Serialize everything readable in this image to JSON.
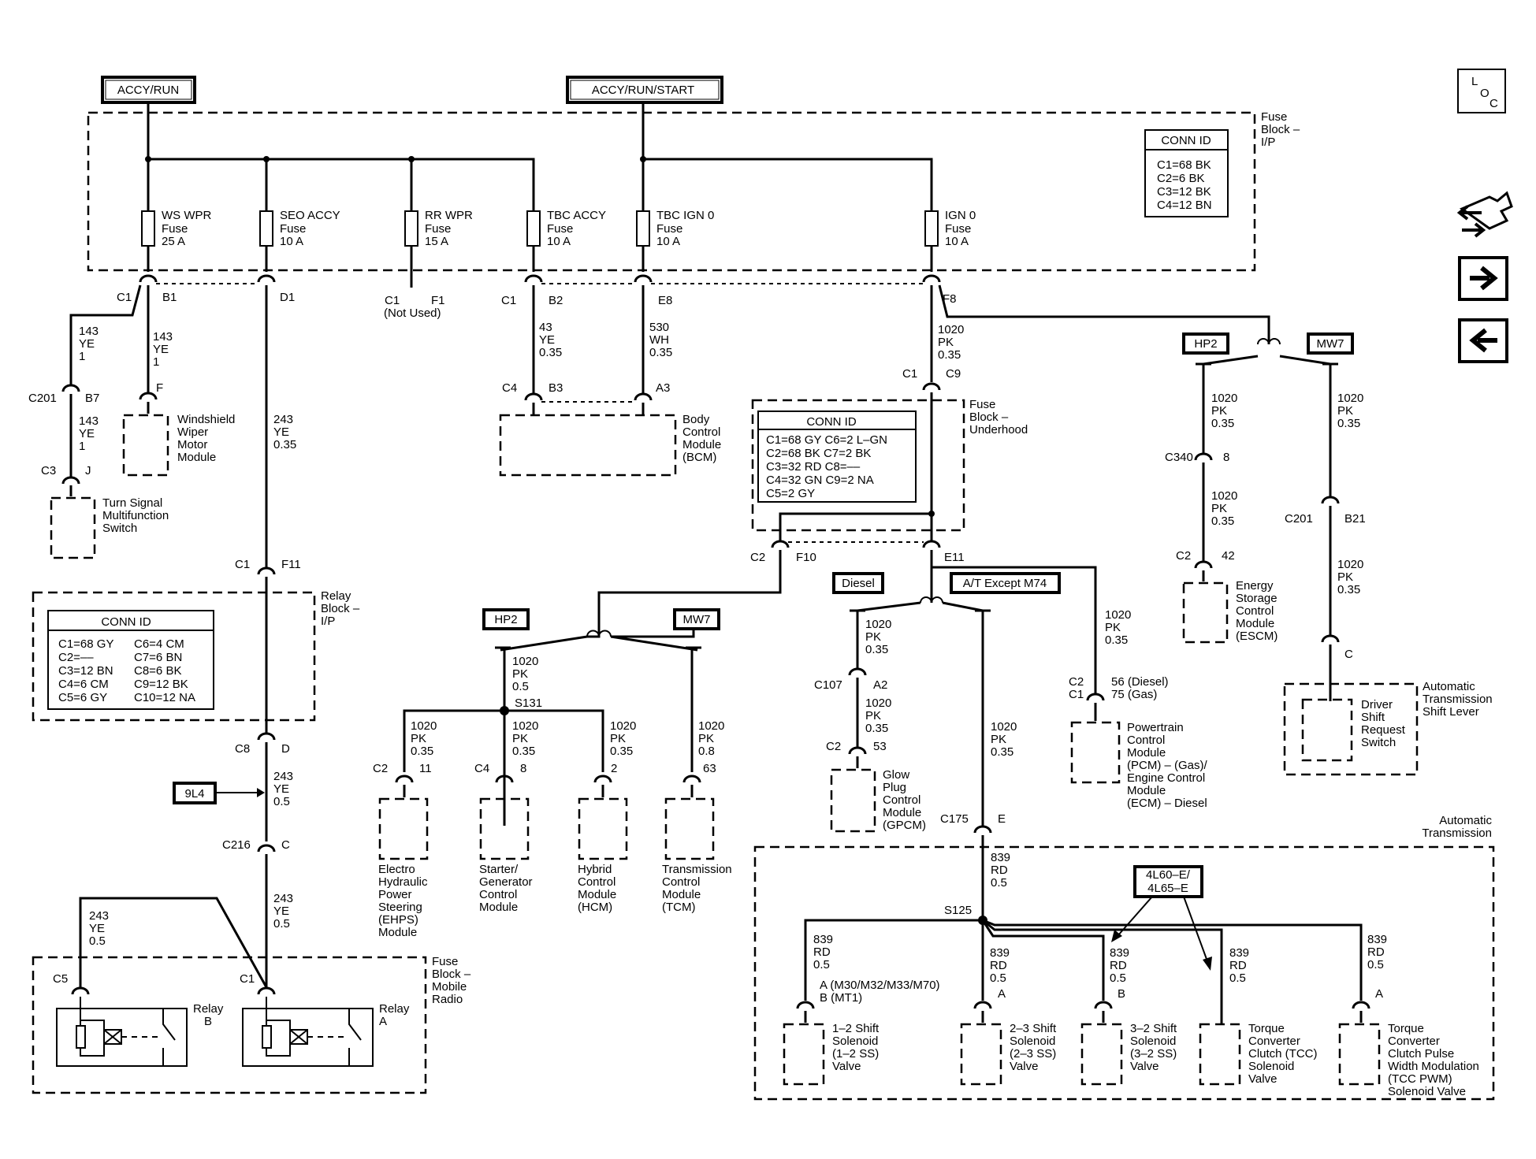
{
  "power": {
    "accy_run": "ACCY/RUN",
    "accy_run_start": "ACCY/RUN/START"
  },
  "loc_icon": {
    "l": "L",
    "o": "O",
    "c": "C"
  },
  "nav_icons": [
    "wiring-harness-icon",
    "next-arrow-icon",
    "previous-arrow-icon"
  ],
  "fuse_block_ip": {
    "label": [
      "Fuse",
      "Block –",
      "I/P"
    ],
    "conn_title": "CONN ID",
    "conn": [
      "C1=68 BK",
      "C2=6 BK",
      "C3=12 BK",
      "C4=12 BN"
    ],
    "fuses": [
      {
        "name": "WS WPR",
        "l2": "Fuse",
        "amp": "25 A"
      },
      {
        "name": "SEO ACCY",
        "l2": "Fuse",
        "amp": "10 A"
      },
      {
        "name": "RR WPR",
        "l2": "Fuse",
        "amp": "15 A"
      },
      {
        "name": "TBC ACCY",
        "l2": "Fuse",
        "amp": "10 A"
      },
      {
        "name": "TBC IGN 0",
        "l2": "Fuse",
        "amp": "10 A"
      },
      {
        "name": "IGN 0",
        "l2": "Fuse",
        "amp": "10 A"
      }
    ]
  },
  "pins": {
    "c1_b1_c": "C1",
    "c1_b1_p": "B1",
    "d1": "D1",
    "c1_f1_c": "C1",
    "c1_f1_p": "F1",
    "not_used": "(Not Used)",
    "c1_b2_c": "C1",
    "c1_b2_p": "B2",
    "e8": "E8",
    "f8": "F8",
    "c201_b7_c": "C201",
    "c201_b7_p": "B7",
    "f": "F",
    "c3_j_c": "C3",
    "c3_j_p": "J",
    "c4_b3_c": "C4",
    "c4_b3_p": "B3",
    "a3": "A3",
    "c1_c9_c": "C1",
    "c1_c9_p": "C9",
    "c1_f11_c": "C1",
    "c1_f11_p": "F11",
    "c8_d_c": "C8",
    "c8_d_p": "D",
    "c216_c_c": "C216",
    "c216_c_p": "C",
    "c5": "C5",
    "c1_relay": "C1",
    "c2_f10_c": "C2",
    "c2_f10_p": "F10",
    "e11": "E11",
    "c340_c": "C340",
    "c340_p": "8",
    "c2_42_c": "C2",
    "c2_42_p": "42",
    "c201_b21_c": "C201",
    "c201_b21_p": "B21",
    "c_dsrs": "C",
    "c107_c": "C107",
    "c107_p": "A2",
    "c2_53_c": "C2",
    "c2_53_p": "53",
    "c175_c": "C175",
    "c175_p": "E",
    "pcm_c2": "C2",
    "pcm_c1": "C1",
    "pcm_pins_1": "56 (Diesel)",
    "pcm_pins_2": "75 (Gas)",
    "s131": "S131",
    "s125": "S125",
    "c2_11_c": "C2",
    "c2_11_p": "11",
    "c4_8_c": "C4",
    "c4_8_p": "8",
    "p2": "2",
    "p63": "63",
    "sol_a_1": "A (M30/M32/M33/M70)",
    "sol_a_2": "B (MT1)",
    "sol_23": "A",
    "sol_32": "B",
    "sol_pwm": "A"
  },
  "wires": {
    "w143a": [
      "143",
      "YE",
      "1"
    ],
    "w143b": [
      "143",
      "YE",
      "1"
    ],
    "w143c": [
      "143",
      "YE",
      "1"
    ],
    "w243a": [
      "243",
      "YE",
      "0.35"
    ],
    "w243b": [
      "243",
      "YE",
      "0.5"
    ],
    "w243c": [
      "243",
      "YE",
      "0.5"
    ],
    "w243d": [
      "243",
      "YE",
      "0.5"
    ],
    "w43": [
      "43",
      "YE",
      "0.35"
    ],
    "w530": [
      "530",
      "WH",
      "0.35"
    ],
    "w1020f8": [
      "1020",
      "PK",
      "0.35"
    ],
    "hp2_a": [
      "1020",
      "PK",
      "0.35"
    ],
    "hp2_b": [
      "1020",
      "PK",
      "0.35"
    ],
    "mw7_a": [
      "1020",
      "PK",
      "0.35"
    ],
    "mw7_b": [
      "1020",
      "PK",
      "0.35"
    ],
    "s131_in": [
      "1020",
      "PK",
      "0.5"
    ],
    "ehps": [
      "1020",
      "PK",
      "0.35"
    ],
    "sgcm": [
      "1020",
      "PK",
      "0.35"
    ],
    "hcm": [
      "1020",
      "PK",
      "0.35"
    ],
    "tcm": [
      "1020",
      "PK",
      "0.8"
    ],
    "diesel_a": [
      "1020",
      "PK",
      "0.35"
    ],
    "diesel_b": [
      "1020",
      "PK",
      "0.35"
    ],
    "at": [
      "1020",
      "PK",
      "0.35"
    ],
    "pcm": [
      "1020",
      "PK",
      "0.35"
    ],
    "w839_in": [
      "839",
      "RD",
      "0.5"
    ],
    "w839_1": [
      "839",
      "RD",
      "0.5"
    ],
    "w839_2": [
      "839",
      "RD",
      "0.5"
    ],
    "w839_3": [
      "839",
      "RD",
      "0.5"
    ],
    "w839_4": [
      "839",
      "RD",
      "0.5"
    ],
    "w839_5": [
      "839",
      "RD",
      "0.5"
    ]
  },
  "options": {
    "hp2": "HP2",
    "mw7": "MW7",
    "hp2_b": "HP2",
    "mw7_b": "MW7",
    "diesel": "Diesel",
    "at": "A/T Except M74",
    "trans": [
      "4L60–E/",
      "4L65–E"
    ],
    "ref": "9L4"
  },
  "components": {
    "wiper": [
      "Windshield",
      "Wiper",
      "Motor",
      "Module"
    ],
    "turn": [
      "Turn Signal",
      "Multifunction",
      "Switch"
    ],
    "bcm": [
      "Body",
      "Control",
      "Module",
      "(BCM)"
    ],
    "relay_ip": [
      "Relay",
      "Block –",
      "I/P"
    ],
    "relay_conn_title": "CONN ID",
    "relay_conn_l": [
      "C1=68 GY",
      "C2=––",
      "C3=12 BN",
      "C4=6 CM",
      "C5=6 GY"
    ],
    "relay_conn_r": [
      "C6=4 CM",
      "C7=6 BN",
      "C8=6 BK",
      "C9=12 BK",
      "C10=12 NA"
    ],
    "underhood": [
      "Fuse",
      "Block –",
      "Underhood"
    ],
    "uh_conn_title": "CONN ID",
    "uh_conn": [
      "C1=68 GY  C6=2 L–GN",
      "C2=68 BK  C7=2 BK",
      "C3=32 RD  C8=––",
      "C4=32 GN  C9=2 NA",
      "C5=2 GY"
    ],
    "mobile": [
      "Fuse",
      "Block –",
      "Mobile",
      "Radio"
    ],
    "relay_b": [
      "Relay",
      "B"
    ],
    "relay_a": [
      "Relay",
      "A"
    ],
    "ehps": [
      "Electro",
      "Hydraulic",
      "Power",
      "Steering",
      "(EHPS)",
      "Module"
    ],
    "sgcm": [
      "Starter/",
      "Generator",
      "Control",
      "Module"
    ],
    "hcm": [
      "Hybrid",
      "Control",
      "Module",
      "(HCM)"
    ],
    "tcm": [
      "Transmission",
      "Control",
      "Module",
      "(TCM)"
    ],
    "gpcm": [
      "Glow",
      "Plug",
      "Control",
      "Module",
      "(GPCM)"
    ],
    "pcm": [
      "Powertrain",
      "Control",
      "Module",
      "(PCM) – (Gas)/",
      "Engine Control",
      "Module",
      "(ECM) – Diesel"
    ],
    "escm": [
      "Energy",
      "Storage",
      "Control",
      "Module",
      "(ESCM)"
    ],
    "lever": [
      "Automatic",
      "Transmission",
      "Shift Lever"
    ],
    "dsrs": [
      "Driver",
      "Shift",
      "Request",
      "Switch"
    ],
    "auto_trans": [
      "Automatic",
      "Transmission"
    ],
    "sol12": [
      "1–2 Shift",
      "Solenoid",
      "(1–2 SS)",
      "Valve"
    ],
    "sol23": [
      "2–3 Shift",
      "Solenoid",
      "(2–3 SS)",
      "Valve"
    ],
    "sol32": [
      "3–2 Shift",
      "Solenoid",
      "(3–2 SS)",
      "Valve"
    ],
    "tcc": [
      "Torque",
      "Converter",
      "Clutch (TCC)",
      "Solenoid",
      "Valve"
    ],
    "tccpwm": [
      "Torque",
      "Converter",
      "Clutch Pulse",
      "Width Modulation",
      "(TCC PWM)",
      "Solenoid Valve"
    ]
  }
}
